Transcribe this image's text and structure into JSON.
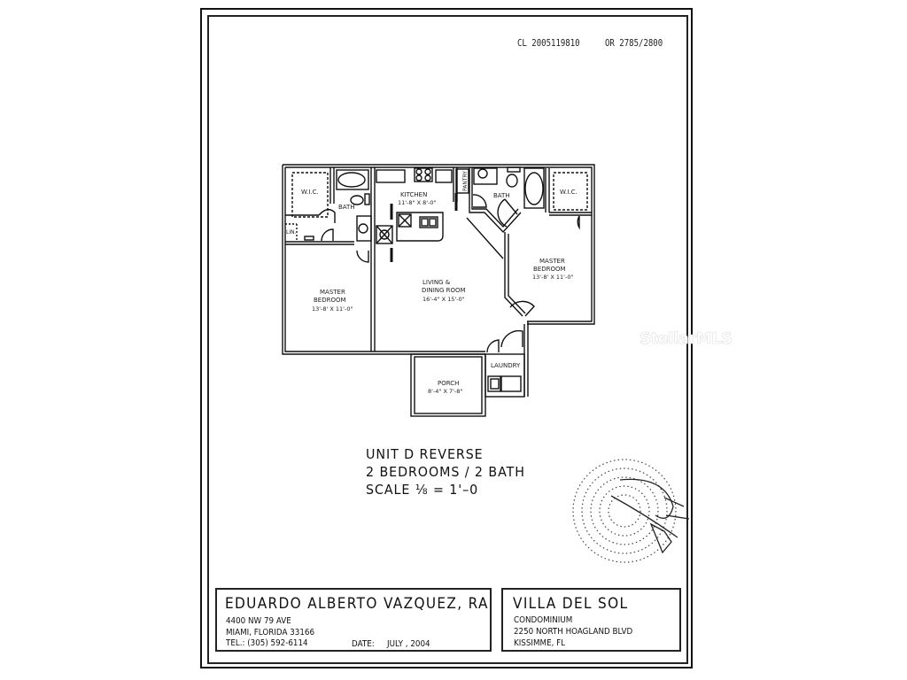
{
  "document": {
    "references": {
      "cl_number": "CL 2005119810",
      "or_number": "OR 2785/2800"
    },
    "floor_plan": {
      "rooms": [
        {
          "id": "wic_left",
          "name": "W.I.C.",
          "dims": ""
        },
        {
          "id": "bath_left",
          "name": "BATH",
          "dims": ""
        },
        {
          "id": "linen",
          "name": "LIN.",
          "dims": ""
        },
        {
          "id": "kitchen",
          "name": "KITCHEN",
          "dims": "11'-8\" X 8'-0\""
        },
        {
          "id": "pantry",
          "name": "PANTRY",
          "dims": ""
        },
        {
          "id": "bath_right",
          "name": "BATH",
          "dims": ""
        },
        {
          "id": "wic_right",
          "name": "W.I.C.",
          "dims": ""
        },
        {
          "id": "master_bedroom_right",
          "name": "MASTER BEDROOM",
          "name_line1": "MASTER",
          "name_line2": "BEDROOM",
          "dims": "13'-8' X 11'-0\""
        },
        {
          "id": "master_bedroom_left",
          "name": "MASTER BEDROOM",
          "name_line1": "MASTER",
          "name_line2": "BEDROOM",
          "dims": "13'-8' X 11'-0\""
        },
        {
          "id": "living_dining",
          "name": "LIVING & DINING ROOM",
          "name_line1": "LIVING &",
          "name_line2": "DINING ROOM",
          "dims": "16'-4\" X 15'-0\""
        },
        {
          "id": "laundry",
          "name": "LAUNDRY",
          "dims": ""
        },
        {
          "id": "porch",
          "name": "PORCH",
          "dims": "8'-4\" X 7'-8\""
        }
      ]
    },
    "unit_info": {
      "unit": "UNIT D REVERSE",
      "layout": "2 BEDROOMS / 2 BATH",
      "scale": "SCALE ⅛ = 1'–0"
    },
    "title_block": {
      "architect": {
        "name": "EDUARDO ALBERTO VAZQUEZ, RA",
        "address1": "4400 NW 79 AVE",
        "address2": "MIAMI, FLORIDA 33166",
        "phone": "TEL.: (305) 592-6114",
        "date_label": "DATE:",
        "date_value": "JULY , 2004"
      },
      "project": {
        "name": "VILLA DEL SOL",
        "type": "CONDOMINIUM",
        "address1": "2250 NORTH HOAGLAND BLVD",
        "address2": "KISSIMME, FL"
      }
    },
    "watermark": "StellarMLS",
    "colors": {
      "ink": "#111111",
      "paper": "#ffffff",
      "watermark": "#dddddd"
    }
  }
}
